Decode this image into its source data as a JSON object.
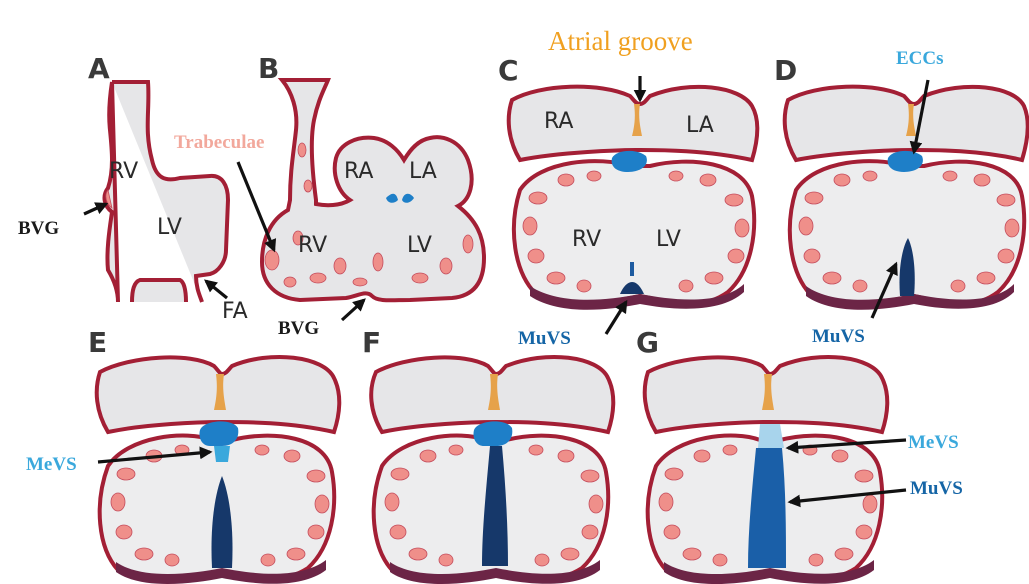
{
  "panels": [
    "A",
    "B",
    "C",
    "D",
    "E",
    "F",
    "G"
  ],
  "chambers": {
    "rv": "RV",
    "lv": "LV",
    "ra": "RA",
    "la": "LA",
    "fa": "FA"
  },
  "labels": {
    "bvg": "BVG",
    "trabeculae": "Trabeculae",
    "atrial_groove": "Atrial groove",
    "eccs": "ECCs",
    "muvs": "MuVS",
    "mevs": "MeVS"
  },
  "colors": {
    "myocardium": "#a31f35",
    "trabeculae": "#ef8f8a",
    "chamber_fill": "#e6e6e8",
    "ecc_blue": "#1e7fc8",
    "muvs_dark_blue": "#16386a",
    "mevs_light_blue": "#3aa8dc",
    "atrial_groove_orange": "#f0a020"
  }
}
